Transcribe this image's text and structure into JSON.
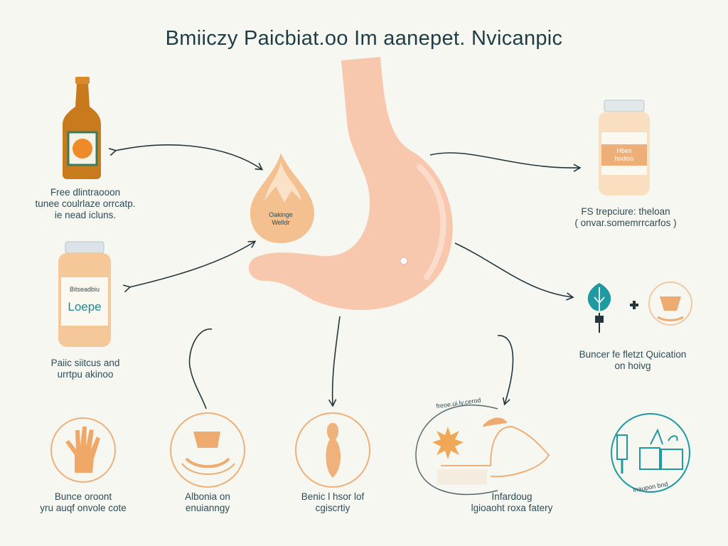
{
  "title": "Bmiiczy Paicbiat.oo Im aanepet. Nvicanpic",
  "center": {
    "droplet_label": [
      "Oakinge",
      "Welldr"
    ]
  },
  "left": [
    {
      "label": [
        "Free dlintraooon",
        "tunee coulrlaze orrcatp.",
        "ie nead icluns."
      ]
    },
    {
      "label": [
        "Paiic siitcus and",
        "urrtpu akinoo"
      ],
      "jar_label_top": "Bitseadbiu",
      "jar_label_main": "Loepe"
    }
  ],
  "right": [
    {
      "label": [
        "FS trepciure: theloan",
        "( onvar.somemrrcarfos )"
      ],
      "jar_label": [
        "Hbes",
        "hodiso"
      ]
    },
    {
      "label": [
        "Buncer fe fletzt Quication",
        "on hoivg"
      ]
    }
  ],
  "bottom": [
    {
      "label": [
        "Bunce oroont",
        "yru auqf onvole cote"
      ]
    },
    {
      "label": [
        "Albonia on",
        "enuianngy"
      ]
    },
    {
      "label": [
        "Benic l hsor lof",
        "cgiscrtiy"
      ]
    },
    {
      "label": [
        "Infardoug",
        "lgioaoht roxa fatery"
      ],
      "arc_text": "freoe.ui.ly.cerod"
    },
    {
      "label": [],
      "badge_text": "lnaupon bnd"
    }
  ],
  "colors": {
    "background": "#f6f7f1",
    "stomach": "#f7c8ae",
    "accent_orange": "#eeb07a",
    "teal": "#1e9aa0",
    "text": "#2f4b55"
  }
}
